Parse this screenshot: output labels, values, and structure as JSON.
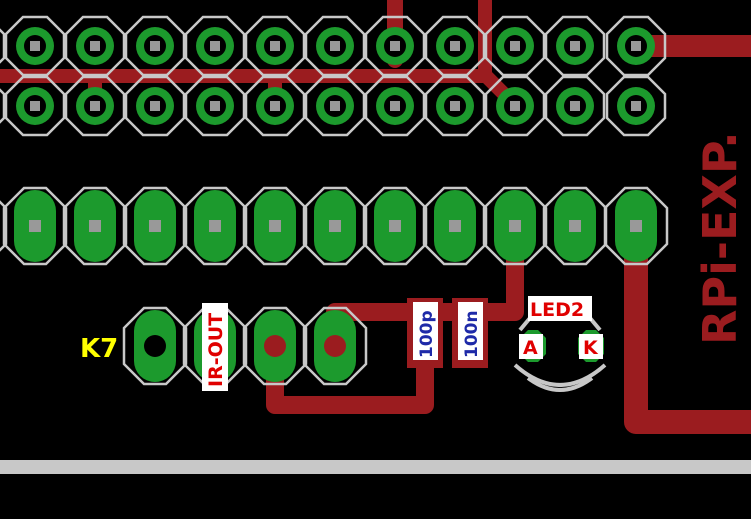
{
  "board_label": "RPi-EXP.",
  "connector_label": "K7",
  "parts": {
    "ir_out": "IR-OUT",
    "cap_100p": "100p",
    "cap_100n": "100n",
    "led": "LED2",
    "led_anode": "A",
    "led_cathode": "K"
  },
  "colors": {
    "background": "#000000",
    "copper": "#9b1c1f",
    "pad": "#1c9a2d",
    "silkscreen": "#c8c8c8",
    "label_red": "#e00000",
    "label_blue": "#1e2aa8",
    "label_yellow": "#ffff00"
  }
}
